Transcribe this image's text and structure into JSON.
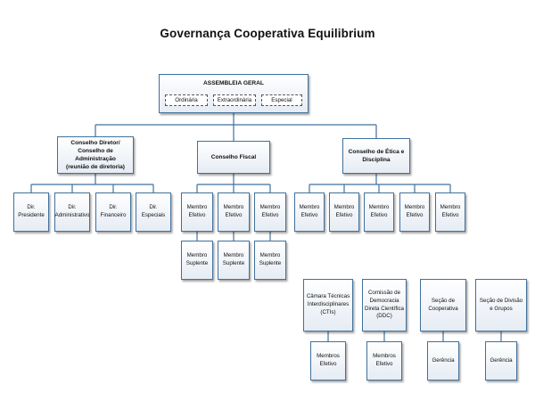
{
  "title": "Governança Cooperativa Equilibrium",
  "assembleia": {
    "label": "ASSEMBLEIA GERAL",
    "types": [
      "Ordinária",
      "Extraordinária",
      "Especial"
    ]
  },
  "conselhos": {
    "diretor": "Conselho Diretor/\nConselho de Administração\n(reunião de diretoria)",
    "fiscal": "Conselho Fiscal",
    "etica": "Conselho de Ética e\nDisciplina"
  },
  "diretores": [
    "Dir.\nPresidente",
    "Dir.\nAdministrativo",
    "Dir.\nFinanceiro",
    "Dir.\nEspeciais"
  ],
  "fiscal_efetivos": [
    "Membro\nEfetivo",
    "Membro\nEfetivo",
    "Membro\nEfetivo"
  ],
  "fiscal_suplentes": [
    "Membro\nSuplente",
    "Membro\nSuplente",
    "Membro\nSuplente"
  ],
  "etica_membros": [
    "Membro\nEfetivo",
    "Membro\nEfetivo",
    "Membro\nEfetivo",
    "Membro\nEfetivo",
    "Membro\nEfetivo"
  ],
  "unidades": [
    {
      "name": "Câmara Técnicas\nInterdisciplinares\n(CTIs)",
      "child": "Membros\nEfetivo"
    },
    {
      "name": "Comissão de\nDemocracia\nDireta Científica\n(DDC)",
      "child": "Membros\nEfetivo"
    },
    {
      "name": "Seção de\nCooperativa",
      "child": "Gerência"
    },
    {
      "name": "Seção de Divisão\ne Grupos",
      "child": "Gerência"
    }
  ]
}
